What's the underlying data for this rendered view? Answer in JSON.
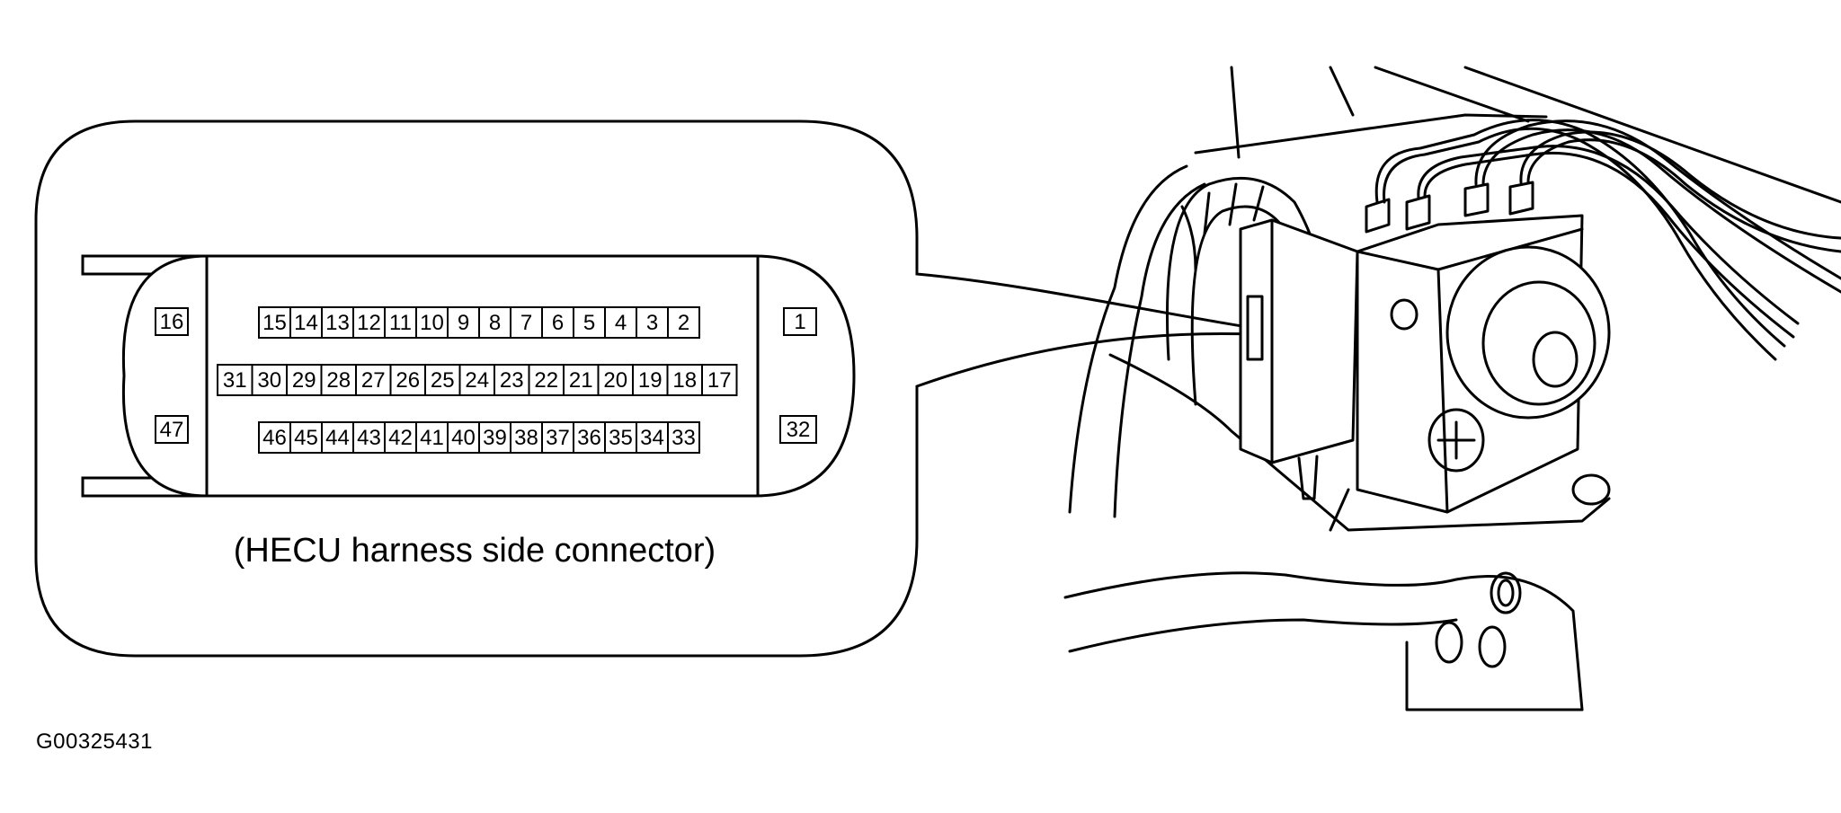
{
  "caption": "(HECU harness side connector)",
  "figure_id": "G00325431",
  "connector": {
    "left_side_pins": [
      "16",
      "47"
    ],
    "right_side_pins": [
      "1",
      "32"
    ],
    "row1": [
      "15",
      "14",
      "13",
      "12",
      "11",
      "10",
      "9",
      "8",
      "7",
      "6",
      "5",
      "4",
      "3",
      "2"
    ],
    "row2": [
      "31",
      "30",
      "29",
      "28",
      "27",
      "26",
      "25",
      "24",
      "23",
      "22",
      "21",
      "20",
      "19",
      "18",
      "17"
    ],
    "row3": [
      "46",
      "45",
      "44",
      "43",
      "42",
      "41",
      "40",
      "39",
      "38",
      "37",
      "36",
      "35",
      "34",
      "33"
    ]
  },
  "illustration": {
    "subject": "HECU unit with brake lines, mounted in engine bay"
  }
}
